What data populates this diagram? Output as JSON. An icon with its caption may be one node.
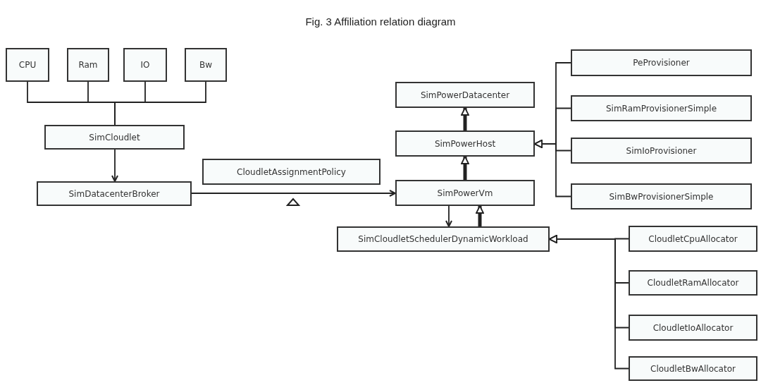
{
  "diagram": {
    "title": "Fig. 3 Affiliation relation diagram",
    "nodes": [
      {
        "text": [
          "CPU"
        ]
      },
      {
        "text": [
          "Ram"
        ]
      },
      {
        "text": [
          "IO"
        ]
      },
      {
        "text": [
          "Bw"
        ]
      },
      {
        "text": [
          "PeProvisioner"
        ]
      },
      {
        "text": [
          "SimPowerDatacenter"
        ]
      },
      {
        "text": [
          "SimRamProvisionerSimple"
        ]
      },
      {
        "text": [
          "SimCloudlet"
        ]
      },
      {
        "text": [
          "SimPowerHost"
        ]
      },
      {
        "text": [
          "SimIoProvisioner"
        ]
      },
      {
        "text": [
          "CloudletAssignmentPolicy"
        ]
      },
      {
        "text": [
          "SimDatacenterBroker"
        ]
      },
      {
        "text": [
          "SimPowerVm"
        ]
      },
      {
        "text": [
          "SimBwProvisionerSimple"
        ]
      },
      {
        "text": [
          "SimCloudletSchedulerDynamicWorkload"
        ]
      },
      {
        "text": [
          "CloudletCpuAllocator"
        ]
      },
      {
        "text": [
          "CloudletRamAllocator"
        ]
      },
      {
        "text": [
          "CloudletIoAllocator"
        ]
      },
      {
        "text": [
          "CloudletBwAllocator"
        ]
      }
    ],
    "edges": [
      {
        "from": 0,
        "to": 7,
        "arrow": "none"
      },
      {
        "from": 1,
        "to": 7,
        "arrow": "none"
      },
      {
        "from": 2,
        "to": 7,
        "arrow": "none"
      },
      {
        "from": 3,
        "to": 7,
        "arrow": "none"
      },
      {
        "from": 7,
        "to": 11,
        "arrow": "to"
      },
      {
        "from": 11,
        "to": 12,
        "arrow": "to"
      },
      {
        "from": 8,
        "to": 5,
        "arrow": "to",
        "style": "thick"
      },
      {
        "from": 12,
        "to": 8,
        "arrow": "to",
        "style": "thick"
      },
      {
        "from": 12,
        "to": 14,
        "arrow": "to"
      },
      {
        "from": 14,
        "to": 12,
        "arrow": "to",
        "style": "thick"
      },
      {
        "from": 4,
        "to": 8,
        "arrow": "to"
      },
      {
        "from": 6,
        "to": 8,
        "arrow": "to"
      },
      {
        "from": 9,
        "to": 8,
        "arrow": "to"
      },
      {
        "from": 13,
        "to": 8,
        "arrow": "to"
      },
      {
        "from": 15,
        "to": 14,
        "arrow": "to"
      },
      {
        "from": 16,
        "to": 14,
        "arrow": "to"
      },
      {
        "from": 17,
        "to": 14,
        "arrow": "to"
      },
      {
        "from": 18,
        "to": 14,
        "arrow": "to"
      }
    ]
  }
}
